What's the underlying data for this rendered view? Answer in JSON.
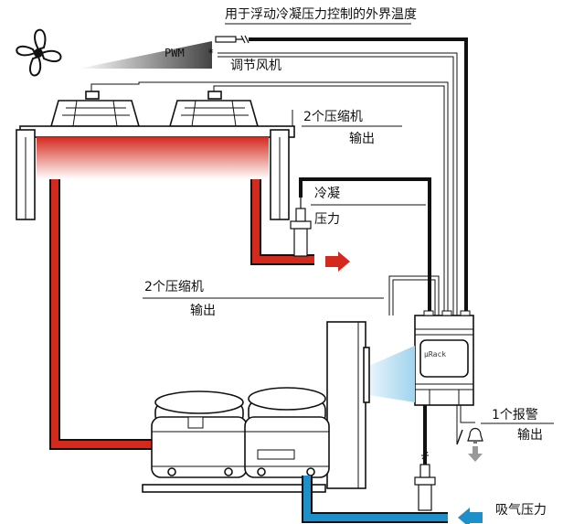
{
  "labels": {
    "ext_temp": "用于浮动冷凝压力控制的外界温度",
    "pwm": "PWM",
    "asterisk": "*",
    "fan_control": "调节风机",
    "comp_out_top_1": "2个压缩机",
    "comp_out_top_2": "输出",
    "cond_press_1": "冷凝",
    "cond_press_2": "压力",
    "comp_out_mid_1": "2个压缩机",
    "comp_out_mid_2": "输出",
    "urack": "µRack",
    "alarm_1": "1个报警",
    "alarm_2": "输出",
    "suction_press": "吸气压力"
  },
  "colors": {
    "hot_pipe": "#d42a1e",
    "cold_pipe": "#1e8fc9",
    "arrow_red": "#d42a1e",
    "arrow_blue": "#1e8fc9",
    "wire": "#111111"
  },
  "icons": {
    "fan": "fan-icon",
    "sensor": "temperature-sensor-icon",
    "pressure_transducer": "pressure-transducer-icon",
    "alarm": "alarm-bell-icon"
  }
}
